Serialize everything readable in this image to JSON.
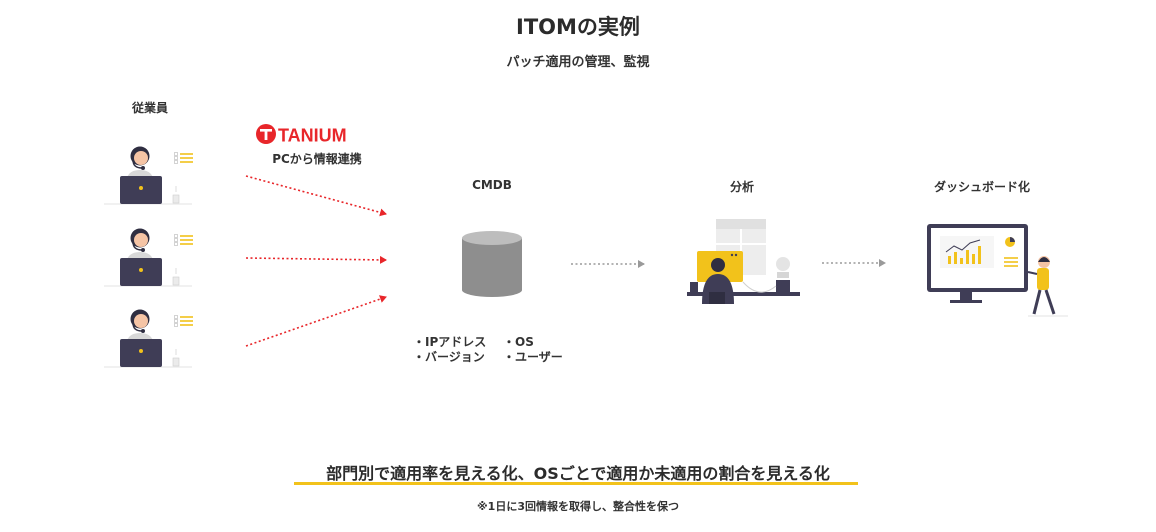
{
  "header": {
    "title": "ITOMの実例",
    "subtitle": "パッチ適用の管理、監視"
  },
  "employees": {
    "label": "従業員"
  },
  "tanium": {
    "logo_text": "TANIUM",
    "caption": "PCから情報連携"
  },
  "cmdb": {
    "label": "CMDB",
    "attributes": [
      "・IPアドレス",
      "・OS",
      "・バージョン",
      "・ユーザー"
    ]
  },
  "analysis": {
    "label": "分析"
  },
  "dashboard": {
    "label": "ダッシュボード化"
  },
  "footer": {
    "message": "部門別で適用率を見える化、OSごとで適用か未適用の割合を見える化",
    "note": "※1日に3回情報を取得し、整合性を保つ"
  },
  "colors": {
    "accent_red": "#e8262a",
    "highlight_yellow": "#f2c21b",
    "dark": "#3f3d56",
    "gray": "#8a8a8a"
  }
}
